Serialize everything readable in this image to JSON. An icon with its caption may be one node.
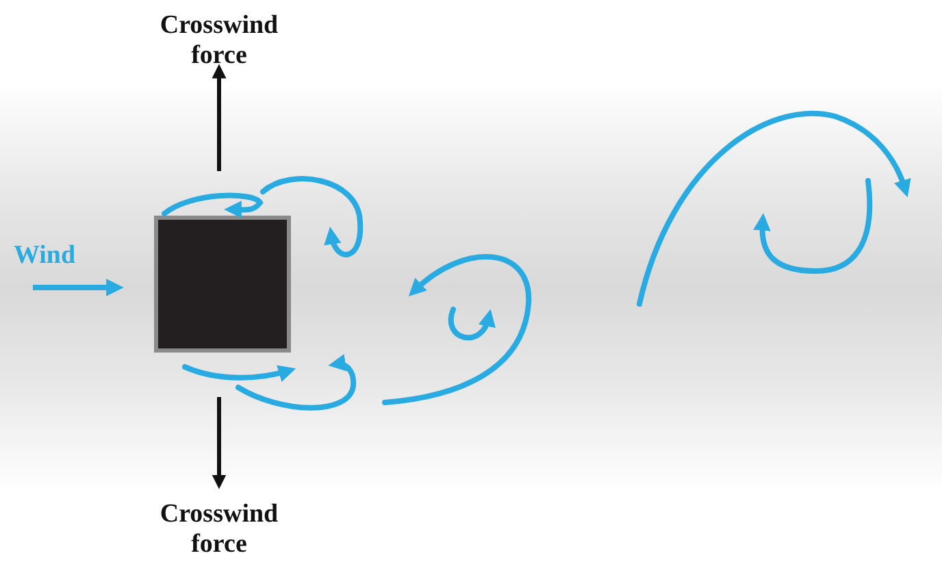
{
  "diagram": {
    "nodes": [
      {
        "text": [],
        "shape": "box"
      }
    ],
    "labels": [
      "Crosswind force",
      "Wind",
      "Crosswind force"
    ]
  }
}
